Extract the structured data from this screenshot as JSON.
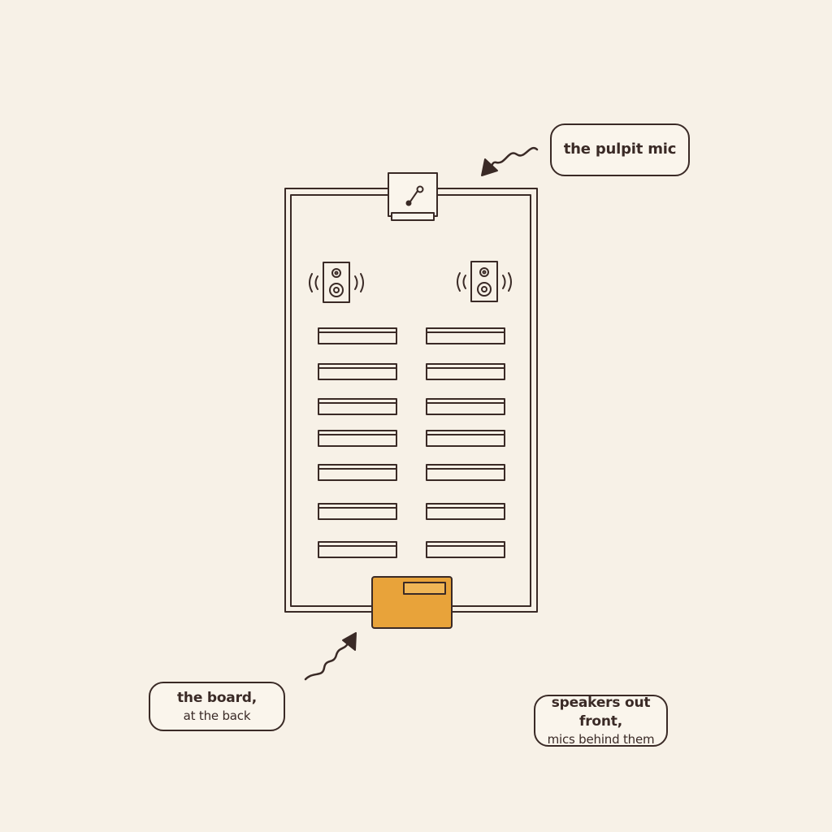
{
  "labels": {
    "pulpit": {
      "line1": "the pulpit mic"
    },
    "board": {
      "line1": "the board,",
      "line2": "at the back"
    },
    "speakers": {
      "line1": "speakers out front,",
      "line2": "mics behind them"
    }
  },
  "diagram": {
    "pew_rows": 7,
    "pew_columns": 2,
    "speakers": 2,
    "icons": [
      "microphone-icon",
      "speaker-icon",
      "mixing-board-icon",
      "arrow-icon"
    ]
  },
  "colors": {
    "ink": "#3a2a26",
    "paper": "#f7f1e7",
    "board_fill": "#e8a33a"
  }
}
